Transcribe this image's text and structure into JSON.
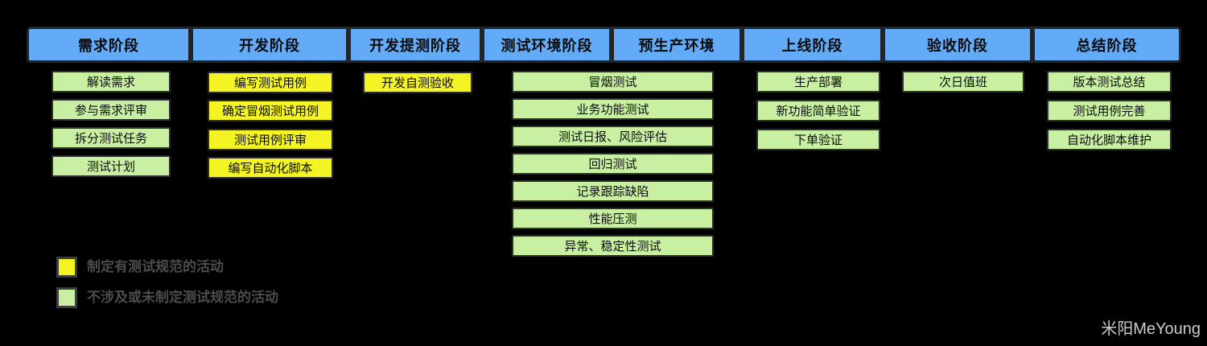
{
  "headers": [
    "需求阶段",
    "开发阶段",
    "开发提测阶段",
    "测试环境阶段",
    "预生产环境",
    "上线阶段",
    "验收阶段",
    "总结阶段"
  ],
  "activities": {
    "requirements": [
      "解读需求",
      "参与需求评审",
      "拆分测试任务",
      "测试计划"
    ],
    "development": [
      "编写测试用例",
      "确定冒烟测试用例",
      "测试用例评审",
      "编写自动化脚本"
    ],
    "dev_handoff": [
      "开发自测验收"
    ],
    "testing_env": [
      "冒烟测试",
      "业务功能测试",
      "测试日报、风险评估",
      "回归测试",
      "记录跟踪缺陷",
      "性能压测",
      "异常、稳定性测试"
    ],
    "launch": [
      "生产部署",
      "新功能简单验证",
      "下单验证"
    ],
    "acceptance": [
      "次日值班"
    ],
    "summary": [
      "版本测试总结",
      "测试用例完善",
      "自动化脚本维护"
    ]
  },
  "legend": {
    "spec": {
      "label": "制定有测试规范的活动",
      "color": "#F4F424"
    },
    "nospec": {
      "label": "不涉及或未制定测试规范的活动",
      "color": "#C9F0A2"
    }
  },
  "colors": {
    "header_fill": "#63ABF7",
    "background": "#000000"
  },
  "watermark": "米阳MeYoung"
}
